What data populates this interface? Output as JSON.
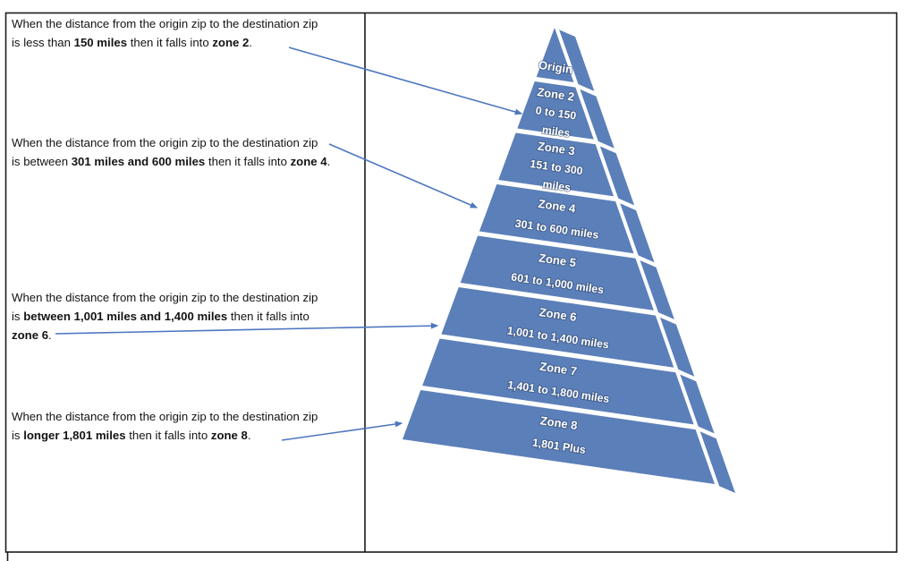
{
  "panel": {
    "notes": [
      {
        "id": "zone-2",
        "lines": [
          [
            {
              "t": "When the distance from the origin zip to the destination zip"
            }
          ],
          [
            {
              "t": "is less than "
            },
            {
              "t": "150 miles",
              "b": true
            },
            {
              "t": " then it falls into "
            },
            {
              "t": "zone 2",
              "b": true
            },
            {
              "t": "."
            }
          ]
        ]
      },
      {
        "id": "zone-4",
        "lines": [
          [
            {
              "t": "When the distance from the origin zip to the destination zip"
            }
          ],
          [
            {
              "t": "is between "
            },
            {
              "t": "301 miles and 600 miles",
              "b": true
            },
            {
              "t": " then it falls into "
            },
            {
              "t": "zone 4",
              "b": true
            },
            {
              "t": "."
            }
          ]
        ]
      },
      {
        "id": "zone-6",
        "lines": [
          [
            {
              "t": "When the distance from the origin zip to the destination zip"
            }
          ],
          [
            {
              "t": "is "
            },
            {
              "t": "between 1,001 miles and 1,400 miles",
              "b": true
            },
            {
              "t": " then it falls into"
            }
          ],
          [
            {
              "t": "zone 6",
              "b": true
            },
            {
              "t": "."
            }
          ]
        ]
      },
      {
        "id": "zone-8",
        "lines": [
          [
            {
              "t": "When the distance from the origin zip to the destination zip"
            }
          ],
          [
            {
              "t": "is "
            },
            {
              "t": "longer 1,801 miles",
              "b": true
            },
            {
              "t": " then it falls into "
            },
            {
              "t": "zone 8",
              "b": true
            },
            {
              "t": "."
            }
          ]
        ]
      }
    ]
  },
  "pyramid": {
    "levels": [
      {
        "id": "origin",
        "lines": [
          "Origin"
        ]
      },
      {
        "id": "zone-2",
        "lines": [
          "Zone 2",
          "0 to 150",
          "miles"
        ]
      },
      {
        "id": "zone-3",
        "lines": [
          "Zone 3",
          "151 to 300",
          "miles"
        ]
      },
      {
        "id": "zone-4",
        "lines": [
          "Zone 4",
          "301 to 600 miles"
        ]
      },
      {
        "id": "zone-5",
        "lines": [
          "Zone 5",
          "601 to 1,000 miles"
        ]
      },
      {
        "id": "zone-6",
        "lines": [
          "Zone 6",
          "1,001 to 1,400 miles"
        ]
      },
      {
        "id": "zone-7",
        "lines": [
          "Zone 7",
          "1,401 to 1,800 miles"
        ]
      },
      {
        "id": "zone-8",
        "lines": [
          "Zone 8",
          "1,801 Plus"
        ]
      }
    ],
    "colors": {
      "fill": "#5b7fb9",
      "text": "#ffffff"
    }
  },
  "arrows": {
    "color": "#4d76c0"
  },
  "frame": {
    "border_color": "#1c1c1c"
  }
}
